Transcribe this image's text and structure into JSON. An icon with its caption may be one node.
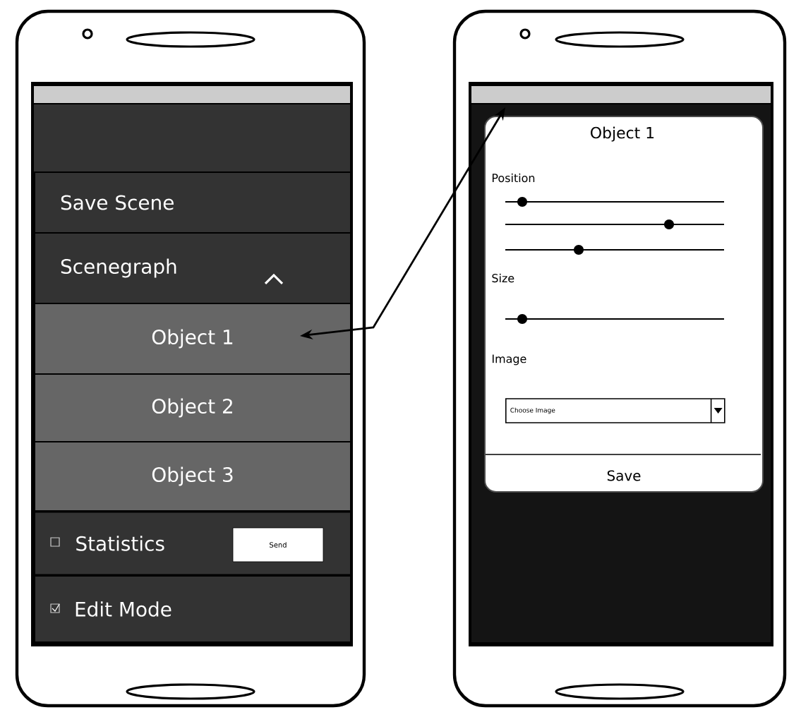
{
  "diagram": {
    "nodes": [
      {
        "text": [
          "Save Scene"
        ]
      },
      {
        "text": [
          "Scenegraph"
        ]
      },
      {
        "text": [
          "Object 1"
        ]
      },
      {
        "text": [
          "Object 2"
        ]
      },
      {
        "text": [
          "Object 3"
        ]
      },
      {
        "text": [],
        "shape": "box"
      },
      {
        "text": [
          "Statistics"
        ],
        "in": 5
      },
      {
        "text": [
          "Send"
        ],
        "in": 5
      },
      {
        "text": [
          "Edit Mode"
        ]
      },
      {
        "text": [
          "Object 1",
          "Position",
          "Size",
          "Image"
        ]
      },
      {
        "text": [
          "Choose Image"
        ],
        "in": 9
      },
      {
        "text": [
          "Save"
        ],
        "in": 9
      }
    ],
    "edges": [
      {
        "from": 2,
        "to": 9,
        "arrow": "both"
      }
    ]
  }
}
